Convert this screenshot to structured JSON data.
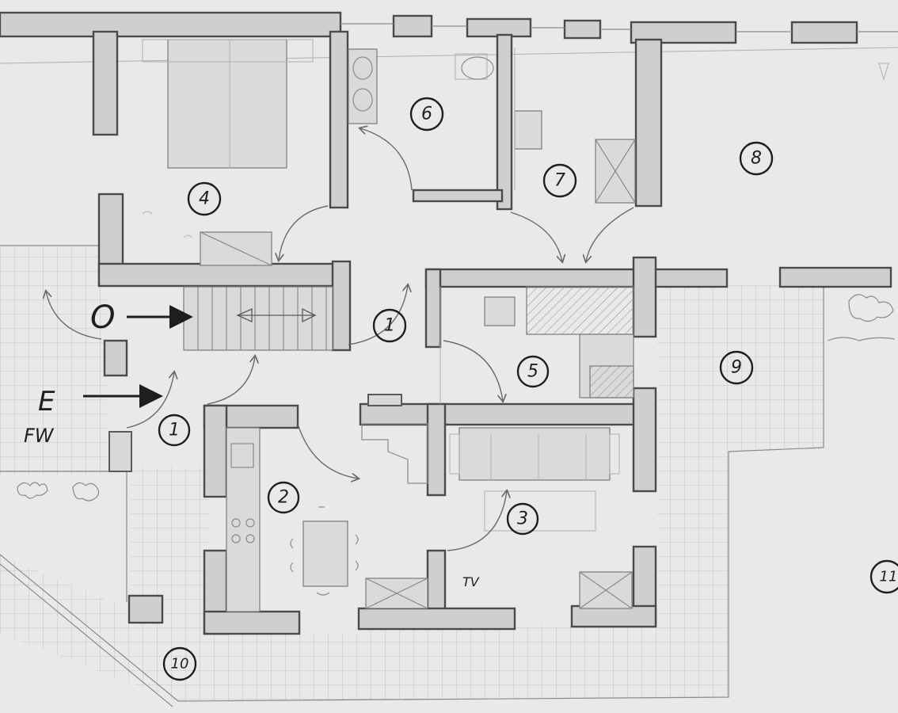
{
  "rooms": [
    {
      "id": "1a",
      "label": "1"
    },
    {
      "id": "1b",
      "label": "1"
    },
    {
      "id": "2",
      "label": "2"
    },
    {
      "id": "3",
      "label": "3"
    },
    {
      "id": "4",
      "label": "4"
    },
    {
      "id": "5",
      "label": "5"
    },
    {
      "id": "6",
      "label": "6"
    },
    {
      "id": "7",
      "label": "7"
    },
    {
      "id": "8",
      "label": "8"
    },
    {
      "id": "9",
      "label": "9"
    },
    {
      "id": "10",
      "label": "10"
    },
    {
      "id": "11",
      "label": "11"
    }
  ],
  "markers": {
    "upper_entry": "O",
    "entry": "E",
    "entry_sub": "FW",
    "tv": "TV"
  },
  "colors": {
    "paper": "#e9e9e7",
    "pencil": "#1e1e1e",
    "wall_fill": "#cfcfcd"
  }
}
